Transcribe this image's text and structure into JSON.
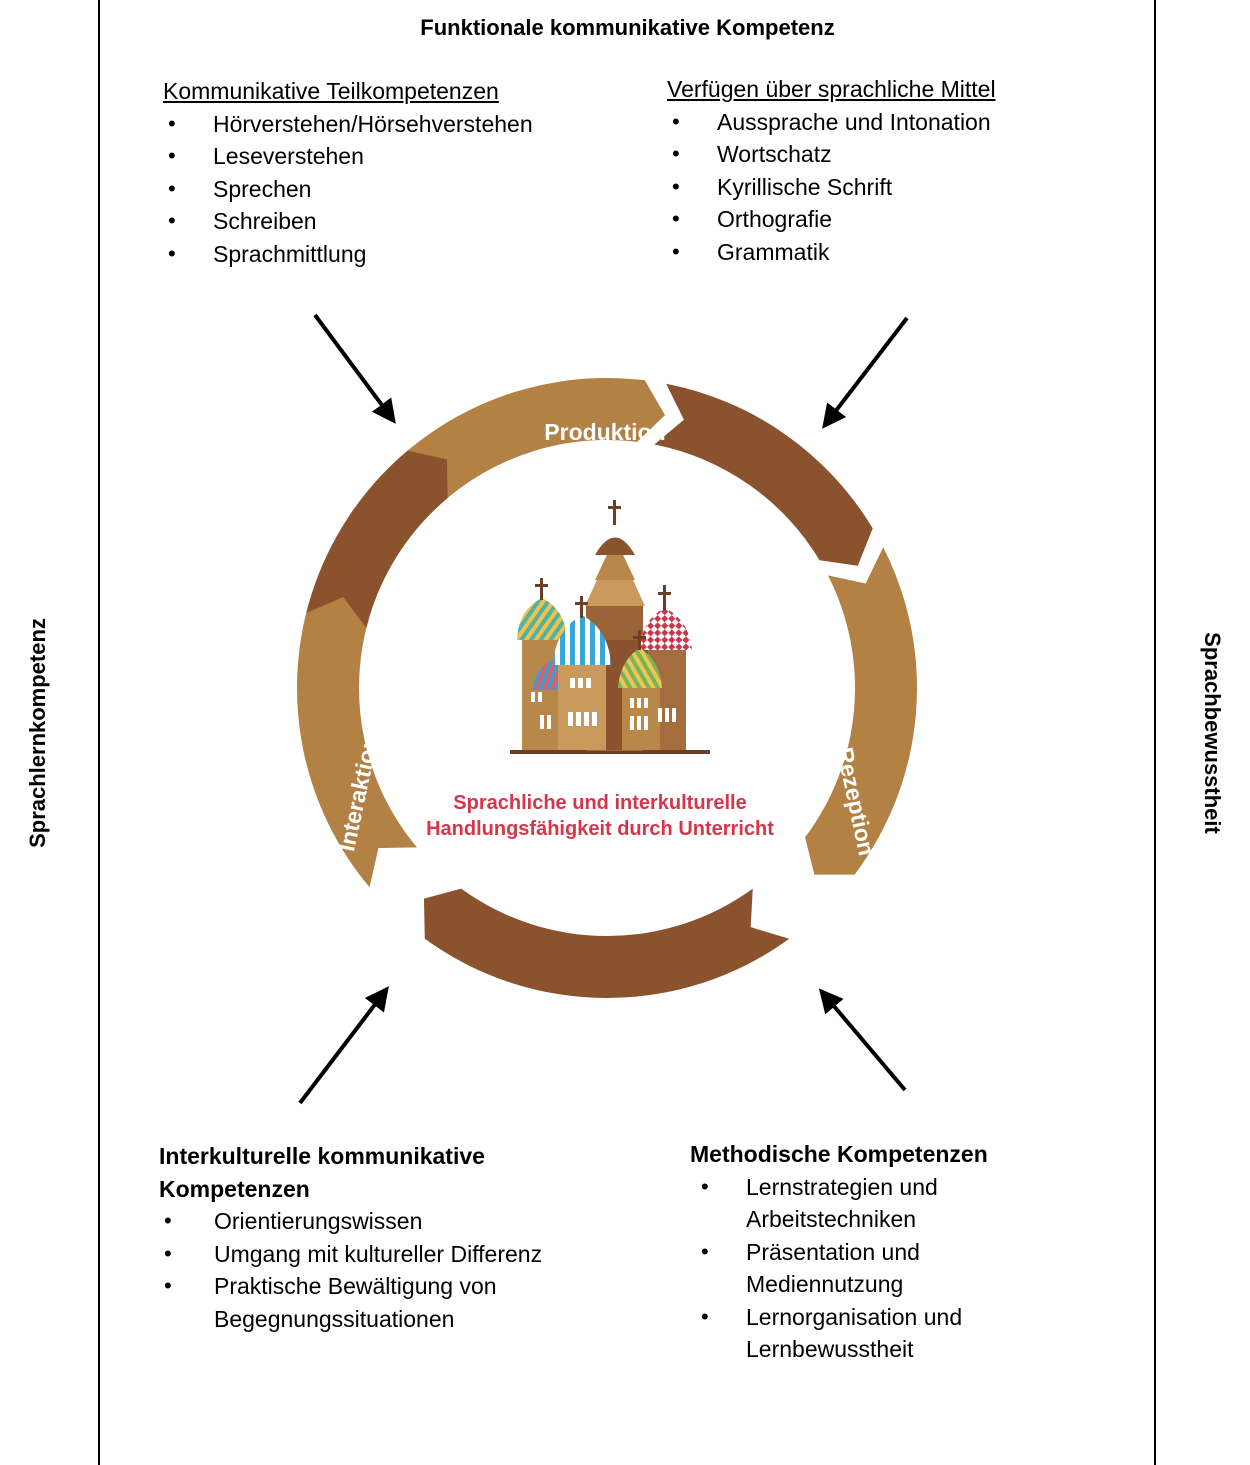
{
  "title": "Funktionale kommunikative Kompetenz",
  "left_label": "Sprachlernkompetenz",
  "right_label": "Sprachbewusstheit",
  "top_left": {
    "heading": "Kommunikative Teilkompetenzen",
    "items": [
      "Hörverstehen/Hörsehverstehen",
      "Leseverstehen",
      "Sprechen",
      "Schreiben",
      "Sprachmittlung"
    ]
  },
  "top_right": {
    "heading": "Verfügen über sprachliche Mittel",
    "items": [
      "Aussprache und Intonation",
      "Wortschatz",
      "Kyrillische Schrift",
      "Orthografie",
      "Grammatik"
    ]
  },
  "bottom_left": {
    "heading": "Interkulturelle kommunikative Kompetenzen",
    "items": [
      "Orientierungswissen",
      "Umgang mit kultureller Differenz",
      "Praktische Bewältigung von Begegnungssituationen"
    ]
  },
  "bottom_right": {
    "heading": "Methodische Kompetenzen",
    "items": [
      "Lernstrategien und Arbeitstechniken",
      "Präsentation und Mediennutzung",
      "Lernorganisation und Lernbewusstheit"
    ]
  },
  "cycle": {
    "labels": [
      "Produktion",
      "Rezeption",
      "Interaktion"
    ],
    "center_text": "Sprachliche und interkulturelle Handlungsfähigkeit durch Unterricht"
  },
  "colors": {
    "light_segment": "#b38144",
    "dark_segment": "#8a532d",
    "center_text": "#d8344a"
  }
}
